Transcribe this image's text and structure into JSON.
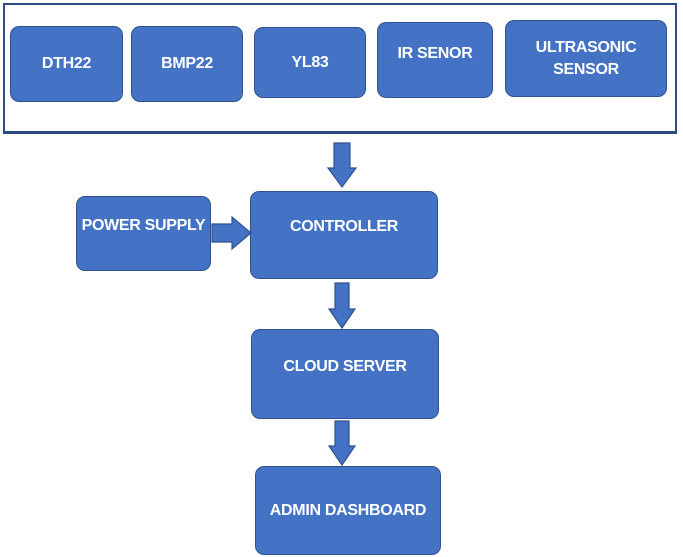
{
  "diagram": {
    "sensors": [
      {
        "label": "DTH22"
      },
      {
        "label": "BMP22"
      },
      {
        "label": "YL83"
      },
      {
        "label": "IR SENOR"
      },
      {
        "label": "ULTRASONIC\nSENSOR"
      }
    ],
    "power_supply": {
      "label": "POWER SUPPLY"
    },
    "controller": {
      "label": "CONTROLLER"
    },
    "cloud_server": {
      "label": "CLOUD SERVER"
    },
    "admin_dashboard": {
      "label": "ADMIN DASHBOARD"
    }
  },
  "colors": {
    "box_fill": "#4472c4",
    "box_border": "#2f528f",
    "frame_border": "#2e4a86",
    "text": "#ffffff"
  }
}
